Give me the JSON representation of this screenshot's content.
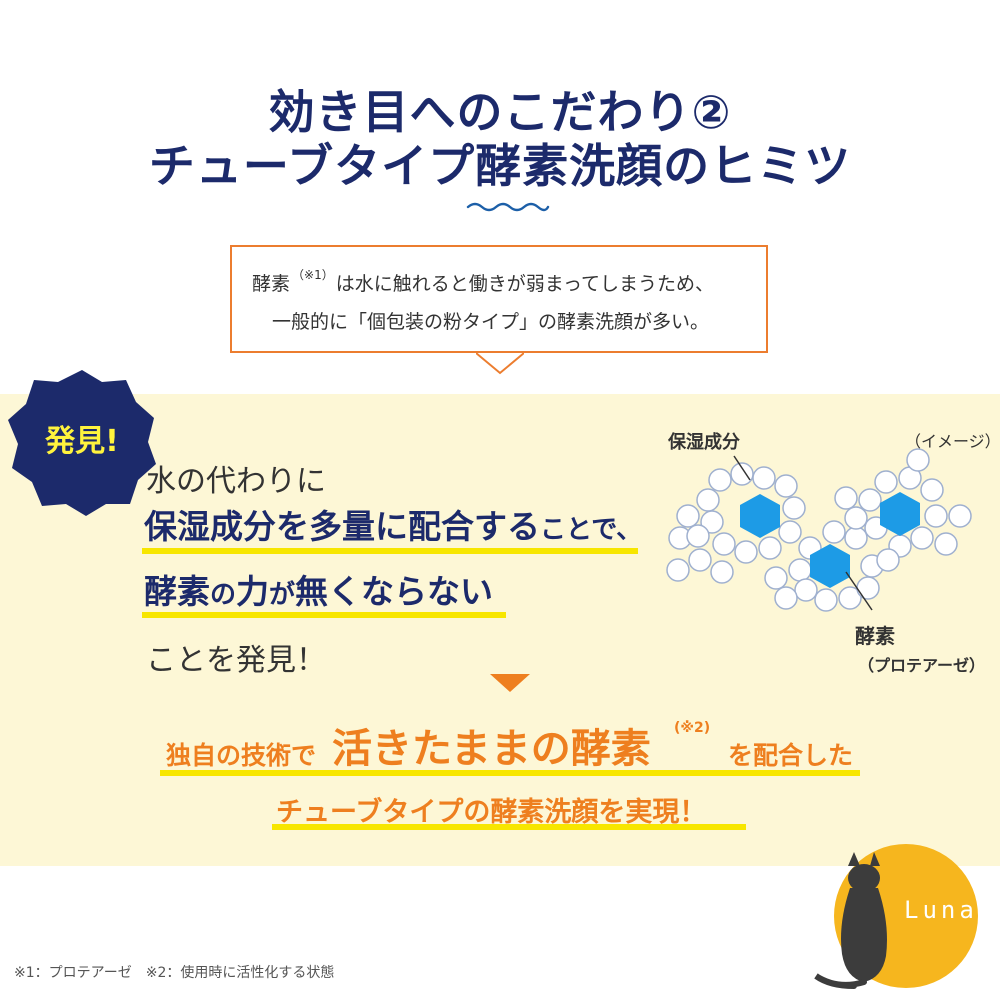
{
  "title": {
    "line1": "効き目へのこだわり②",
    "line2": "チューブタイプ酵素洗顔のヒミツ"
  },
  "callout": {
    "line1_a": "酵素",
    "line1_note": "（※1）",
    "line1_b": "は水に触れると働きが弱まってしまうため、",
    "line2": "一般的に「個包装の粉タイプ」の酵素洗顔が多い。"
  },
  "badge": {
    "label": "発見!"
  },
  "discovery": {
    "line1": "水の代わりに",
    "line2_a": "保湿成分を多量に配合する",
    "line2_b": "ことで、",
    "line3_a": "酵素",
    "line3_b": "の",
    "line3_c": "力",
    "line3_d": "が",
    "line3_e": "無くならない",
    "line4": "ことを発見！"
  },
  "illustration": {
    "label_humectant": "保湿成分",
    "label_image": "（イメージ）",
    "label_enzyme": "酵素",
    "label_protease": "（プロテアーゼ）",
    "colors": {
      "enzyme": "#1d9be6",
      "bubble": "#ffffff",
      "bubble_stroke": "#9fb0cf"
    }
  },
  "result": {
    "line1_a": "独自の技術で",
    "line1_b": "活きたままの酵素",
    "line1_note": "(※2)",
    "line1_c": "を配合した",
    "line2": "チューブタイプの酵素洗顔を実現！"
  },
  "footnote": "※1：プロテアーゼ　※2：使用時に活性化する状態",
  "logo": {
    "text": "Luna"
  },
  "colors": {
    "navy": "#1c2a6b",
    "orange": "#ee7f1f",
    "highlight": "#f7e600",
    "band": "#fdf7d6"
  }
}
